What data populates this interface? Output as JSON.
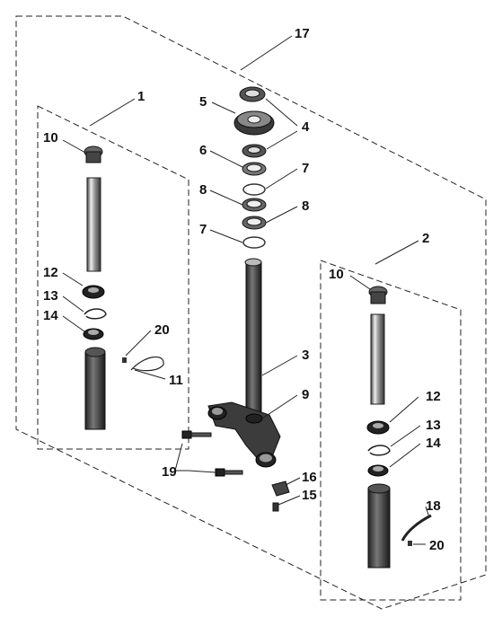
{
  "diagram": {
    "labels": {
      "p1": "1",
      "p2": "2",
      "p3": "3",
      "p4": "4",
      "p5": "5",
      "p6": "6",
      "p7a": "7",
      "p7b": "7",
      "p8a": "8",
      "p8b": "8",
      "p9": "9",
      "p10a": "10",
      "p10b": "10",
      "p11": "11",
      "p12a": "12",
      "p12b": "12",
      "p13a": "13",
      "p13b": "13",
      "p14a": "14",
      "p14b": "14",
      "p15": "15",
      "p16": "16",
      "p17": "17",
      "p18": "18",
      "p19": "19",
      "p20a": "20",
      "p20b": "20"
    }
  }
}
